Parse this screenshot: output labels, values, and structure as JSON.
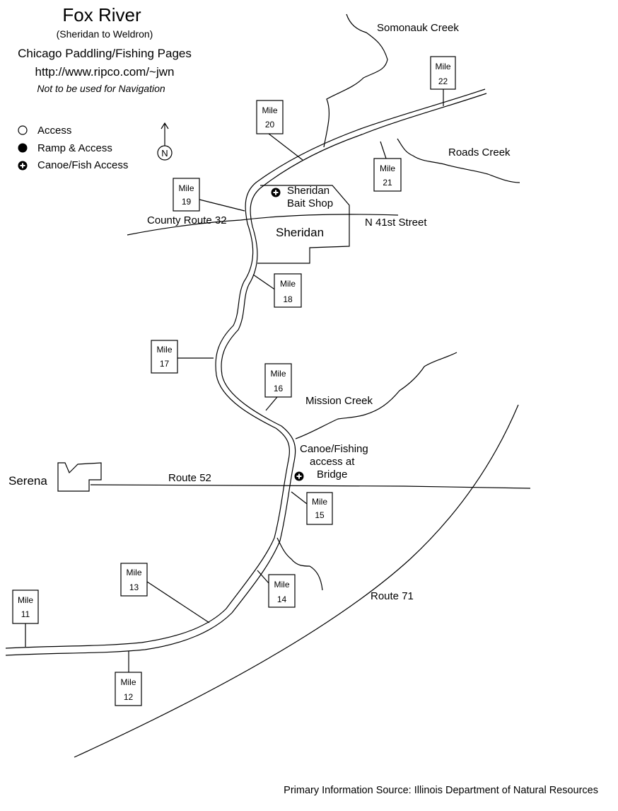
{
  "header": {
    "title": "Fox River",
    "subtitle": "(Sheridan to Weldron)",
    "site": "Chicago Paddling/Fishing Pages",
    "url": "http://www.ripco.com/~jwn",
    "disclaimer": "Not to be used for Navigation"
  },
  "legend": {
    "access": "Access",
    "ramp_access": "Ramp & Access",
    "canoe_fish_access": "Canoe/Fish Access"
  },
  "north_label": "N",
  "towns": {
    "sheridan": "Sheridan",
    "serena": "Serena"
  },
  "creeks": {
    "somonauk": "Somonauk Creek",
    "roads": "Roads Creek",
    "mission": "Mission Creek"
  },
  "roads": {
    "county_route_32": "County Route 32",
    "n41st": "N 41st Street",
    "route52": "Route 52",
    "route71": "Route 71"
  },
  "access_points": {
    "sheridan_bait_shop": [
      "Sheridan",
      "Bait Shop"
    ],
    "bridge_access": [
      "Canoe/Fishing",
      "access at",
      "Bridge"
    ]
  },
  "mile_label": "Mile",
  "miles": [
    "22",
    "20",
    "21",
    "19",
    "18",
    "17",
    "16",
    "15",
    "14",
    "13",
    "11",
    "12"
  ],
  "source": "Primary Information Source: Illinois Department of Natural Resources"
}
